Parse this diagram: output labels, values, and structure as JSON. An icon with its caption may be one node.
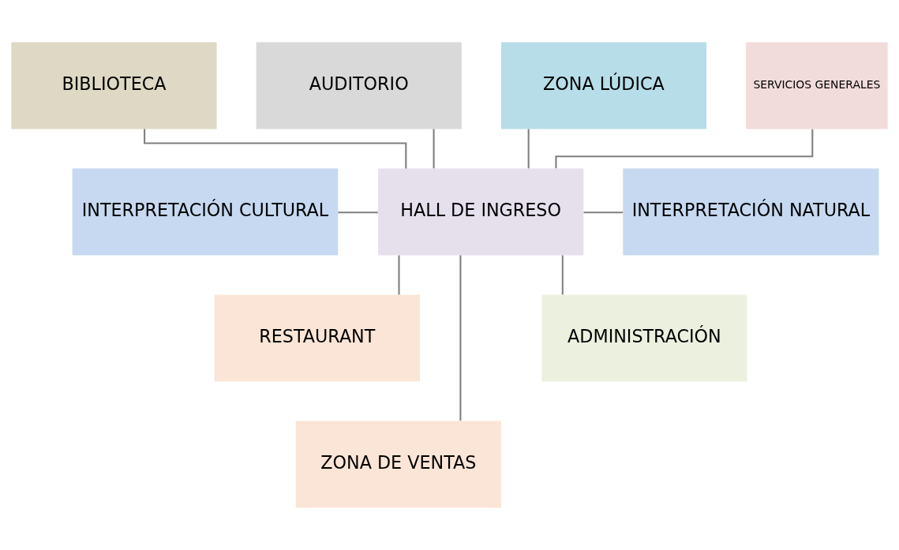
{
  "diagram": {
    "nodes": [
      {
        "text": [
          "BIBLIOTECA"
        ]
      },
      {
        "text": [
          "AUDITORIO"
        ]
      },
      {
        "text": [
          "ZONA LÚDICA"
        ]
      },
      {
        "text": [
          "SERVICIOS GENERALES"
        ]
      },
      {
        "text": [
          "INTERPRETACIÓN CULTURAL"
        ]
      },
      {
        "text": [
          "HALL DE INGRESO"
        ]
      },
      {
        "text": [
          "INTERPRETACIÓN NATURAL"
        ]
      },
      {
        "text": [
          "RESTAURANT"
        ]
      },
      {
        "text": [
          "ZONA DE VENTAS"
        ]
      },
      {
        "text": [
          "ADMINISTRACIÓN"
        ]
      }
    ],
    "edges": [
      {
        "from": 0,
        "to": 5,
        "arrow": "none"
      },
      {
        "from": 1,
        "to": 5,
        "arrow": "none"
      },
      {
        "from": 2,
        "to": 5,
        "arrow": "none"
      },
      {
        "from": 3,
        "to": 5,
        "arrow": "none"
      },
      {
        "from": 4,
        "to": 5,
        "arrow": "none"
      },
      {
        "from": 5,
        "to": 7,
        "arrow": "none"
      },
      {
        "from": 5,
        "to": 8,
        "arrow": "none"
      },
      {
        "from": 5,
        "to": 6,
        "arrow": "none"
      },
      {
        "from": 5,
        "to": 9,
        "arrow": "none"
      }
    ]
  }
}
